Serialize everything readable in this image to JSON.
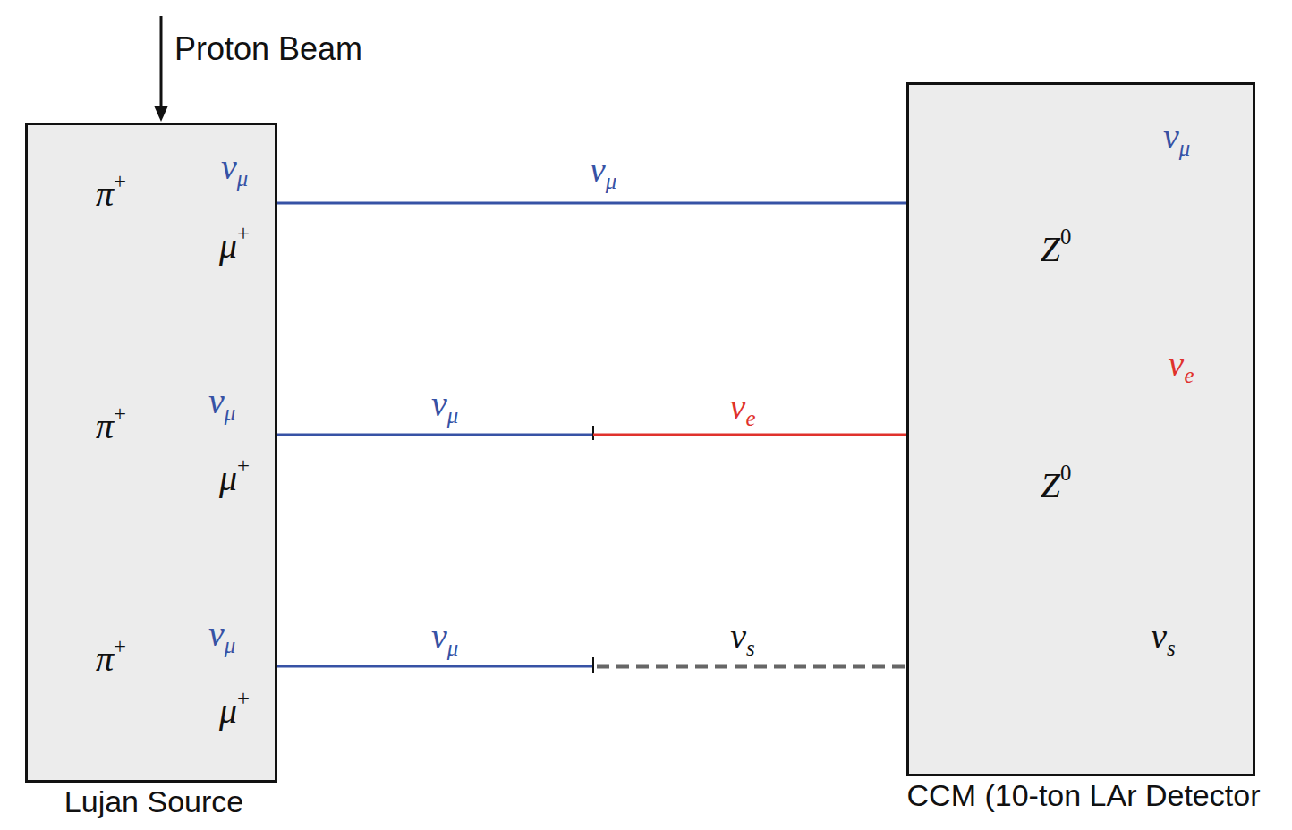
{
  "diagram": {
    "nodes": [
      {
        "text": [
          "Lujan Source"
        ]
      },
      {
        "text": [
          "CCM (10-ton LAr Detector"
        ]
      }
    ],
    "labels": [
      "Proton Beam",
      "π+",
      "μ+",
      "νμ",
      "νμ",
      "νμ",
      "Z0",
      "π+",
      "μ+",
      "νμ",
      "νμ",
      "νe",
      "νe",
      "Z0",
      "π+",
      "μ+",
      "νμ",
      "νμ",
      "νs",
      "νs"
    ]
  }
}
